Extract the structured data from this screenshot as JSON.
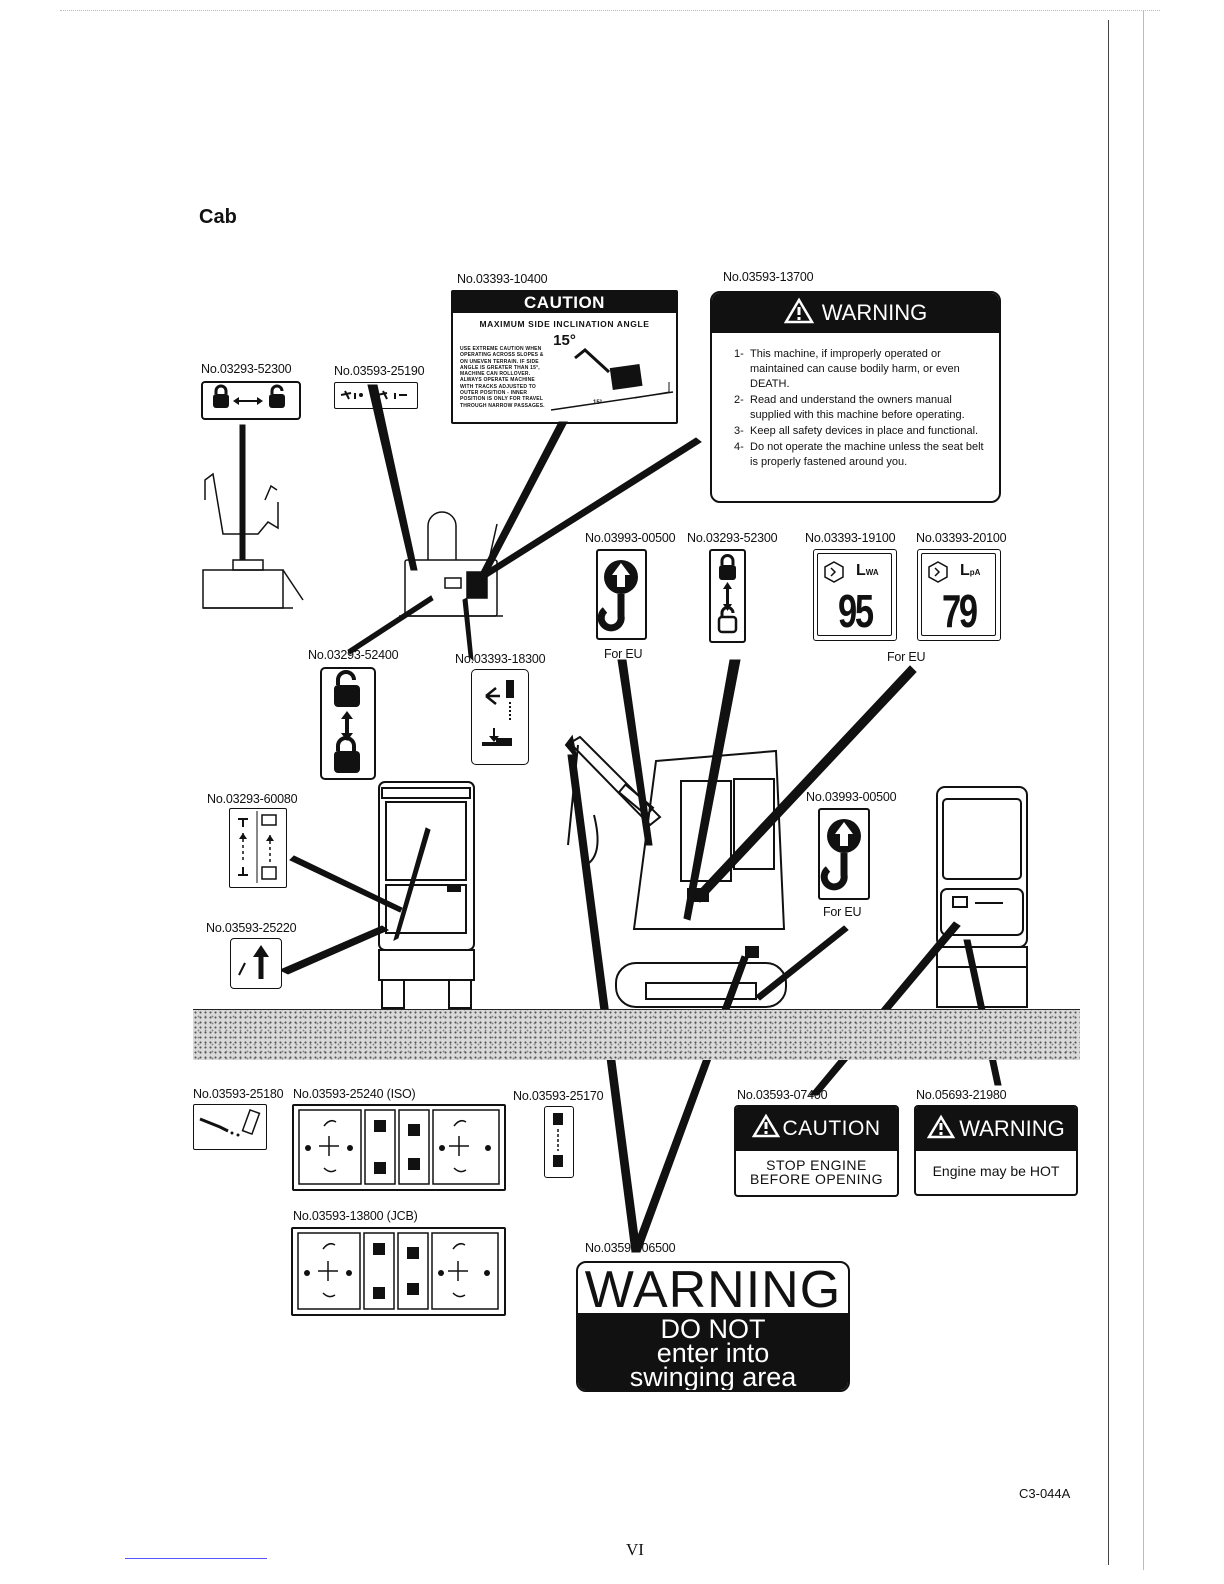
{
  "section_title": "Cab",
  "page_number": "VI",
  "doc_code": "C3-044A",
  "labels": {
    "l03293_52300_a": "No.03293-52300",
    "l03593_25190": "No.03593-25190",
    "l03393_10400": "No.03393-10400",
    "l03593_13700": "No.03593-13700",
    "l03993_00500_a": "No.03993-00500",
    "l03293_52300_b": "No.03293-52300",
    "l03393_19100": "No.03393-19100",
    "l03393_20100": "No.03393-20100",
    "l03293_52400": "No.03293-52400",
    "l03393_18300": "No.03393-18300",
    "l03293_60080": "No.03293-60080",
    "l03593_25220": "No.03593-25220",
    "l03993_00500_b": "No.03993-00500",
    "l03593_25180": "No.03593-25180",
    "l03593_25240": "No.03593-25240 (ISO)",
    "l03593_25170": "No.03593-25170",
    "l03593_07400": "No.03593-07400",
    "l05693_21980": "No.05693-21980",
    "l03593_13800": "No.03593-13800 (JCB)",
    "l03593_06500": "No.03593-06500"
  },
  "for_eu": {
    "a": "For EU",
    "b": "For EU",
    "c": "For EU"
  },
  "caution_decal": {
    "header": "CAUTION",
    "subheader": "MAXIMUM SIDE INCLINATION ANGLE",
    "angle": "15°",
    "body": "USE EXTREME CAUTION WHEN OPERATING ACROSS SLOPES & ON UNEVEN TERRAIN. IF SIDE ANGLE IS GREATER THAN 15°, MACHINE CAN ROLLOVER. ALWAYS OPERATE MACHINE WITH TRACKS ADJUSTED TO OUTER POSITION - INNER POSITION IS ONLY FOR TRAVEL THROUGH NARROW PASSAGES.",
    "slope_label": "15°"
  },
  "warning_decal": {
    "header": "WARNING",
    "items": [
      {
        "n": "1-",
        "text": "This machine, if improperly  operated or maintained can cause bodily harm, or even DEATH."
      },
      {
        "n": "2-",
        "text": "Read and understand the owners manual supplied with this machine before operating."
      },
      {
        "n": "3-",
        "text": "Keep all safety devices in place and functional."
      },
      {
        "n": "4-",
        "text": "Do not operate the machine unless the seat belt is properly fastened around you."
      }
    ]
  },
  "noise_decals": {
    "lwa_label": "L",
    "lwa_sub": "WA",
    "lwa_value": "95",
    "lpa_label": "L",
    "lpa_sub": "pA",
    "lpa_value": "79"
  },
  "stop_engine_decal": {
    "header": "CAUTION",
    "line1": "STOP  ENGINE",
    "line2": "BEFORE  OPENING"
  },
  "engine_hot_decal": {
    "header": "WARNING",
    "text": "Engine may be HOT"
  },
  "swing_warning_decal": {
    "header": "WARNING",
    "line1": "DO NOT",
    "line2": "enter into",
    "line3": "swinging area"
  },
  "icons": [
    "lock-exchange-icon",
    "control-pattern-icon",
    "hook-lift-icon",
    "lock-unlock-icon",
    "noise-level-icon",
    "lever-icon",
    "alert-triangle-icon"
  ]
}
